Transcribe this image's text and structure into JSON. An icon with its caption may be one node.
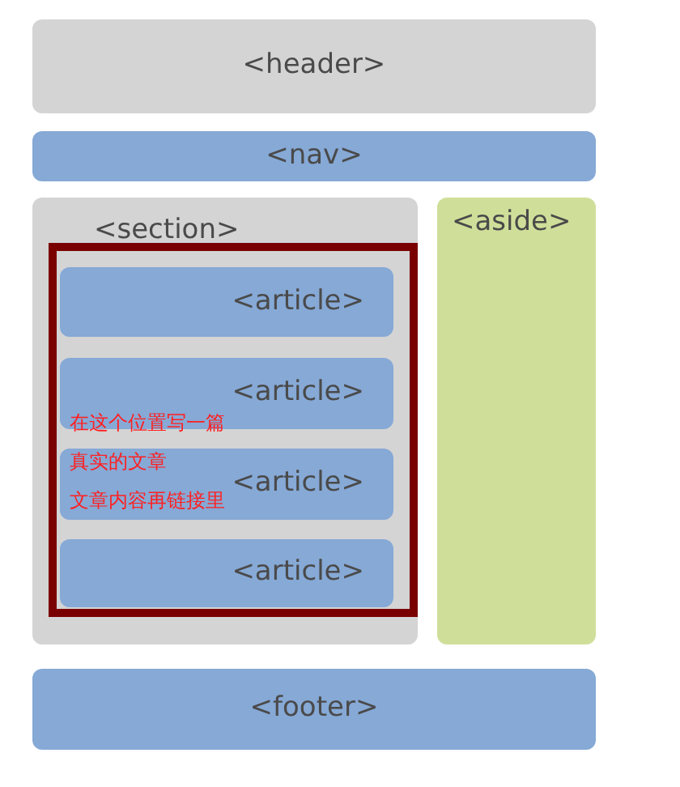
{
  "diagram": {
    "nodes": [
      {
        "text": [
          "<header>"
        ]
      },
      {
        "text": [
          "<nav>"
        ]
      },
      {
        "text": [
          "<section>"
        ]
      },
      {
        "text": [],
        "shape": "box",
        "in": 2
      },
      {
        "text": [
          "<article>"
        ],
        "in": 3
      },
      {
        "text": [
          "<article>"
        ],
        "in": 3
      },
      {
        "text": [
          "<article>"
        ],
        "in": 3
      },
      {
        "text": [
          "<article>"
        ],
        "in": 3
      },
      {
        "text": [
          "<aside>"
        ]
      },
      {
        "text": [
          "<footer>"
        ]
      }
    ],
    "labels": [
      "在这个位置写一篇",
      "真实的文章",
      "文章内容再链接里"
    ]
  }
}
